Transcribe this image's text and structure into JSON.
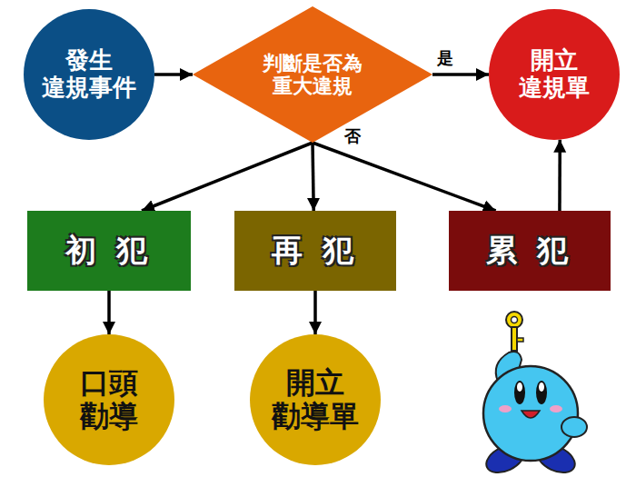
{
  "diagram": {
    "nodes": [
      {
        "text": [
          "發生 違規事件"
        ]
      },
      {
        "text": [
          "判斷是否為 重大違規"
        ]
      },
      {
        "text": [
          "開立 違規單"
        ]
      },
      {
        "text": [
          "初 犯"
        ]
      },
      {
        "text": [
          "再 犯"
        ]
      },
      {
        "text": [
          "累 犯"
        ]
      },
      {
        "text": [
          "口頭 勸導"
        ]
      },
      {
        "text": [
          "開立 勸導單"
        ]
      }
    ],
    "edges": [
      {
        "from": 0,
        "to": 1,
        "arrow": "to"
      },
      {
        "from": 1,
        "to": 2,
        "arrow": "to",
        "label": "是"
      },
      {
        "from": 1,
        "to": 3,
        "arrow": "to"
      },
      {
        "from": 1,
        "to": 4,
        "arrow": "to"
      },
      {
        "from": 1,
        "to": 5,
        "arrow": "to",
        "label": "否"
      },
      {
        "from": 5,
        "to": 2,
        "arrow": "to"
      },
      {
        "from": 3,
        "to": 6,
        "arrow": "to"
      },
      {
        "from": 4,
        "to": 7,
        "arrow": "to"
      }
    ]
  }
}
